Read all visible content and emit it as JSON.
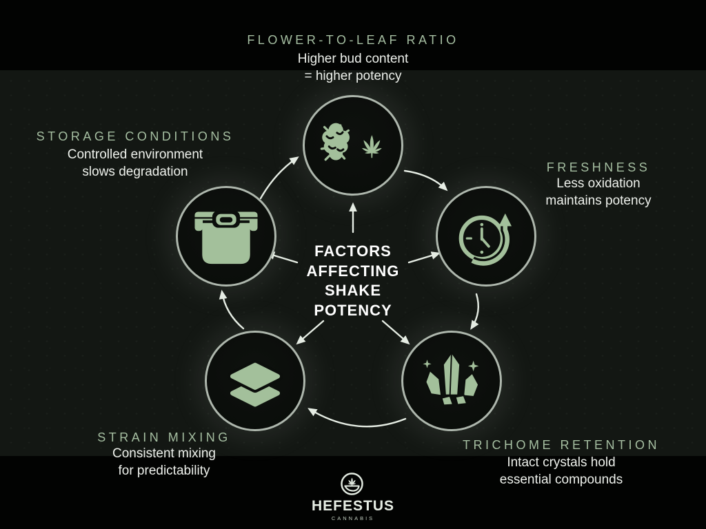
{
  "title": {
    "lines": "FACTORS\nAFFECTING\nSHAKE\nPOTENCY"
  },
  "factors": [
    {
      "id": "flower-to-leaf-ratio",
      "label": "FLOWER-TO-LEAF RATIO",
      "description": "Higher bud content\n= higher potency",
      "icon": "bud-and-leaf-icon"
    },
    {
      "id": "freshness",
      "label": "FRESHNESS",
      "description": "Less oxidation\nmaintains potency",
      "icon": "clock-refresh-icon"
    },
    {
      "id": "trichome-retention",
      "label": "TRICHOME RETENTION",
      "description": "Intact crystals hold\nessential compounds",
      "icon": "crystal-cluster-icon"
    },
    {
      "id": "strain-mixing",
      "label": "STRAIN MIXING",
      "description": "Consistent mixing\nfor predictability",
      "icon": "layers-icon"
    },
    {
      "id": "storage-conditions",
      "label": "STORAGE CONDITIONS",
      "description": "Controlled environment\nslows degradation",
      "icon": "storage-container-icon"
    }
  ],
  "flow": "clockwise",
  "brand": {
    "name": "HEFESTUS",
    "tagline": "CANNABIS",
    "icon": "leaf-badge-icon"
  },
  "colors": {
    "accent_green": "#a3c09b",
    "label_green": "#a6bfa2",
    "text_white": "#eef1ec",
    "background_black": "#020302",
    "panel_dark": "#131713",
    "ring_gray": "#aeb7ad",
    "arrow_white": "#e7eee5"
  }
}
